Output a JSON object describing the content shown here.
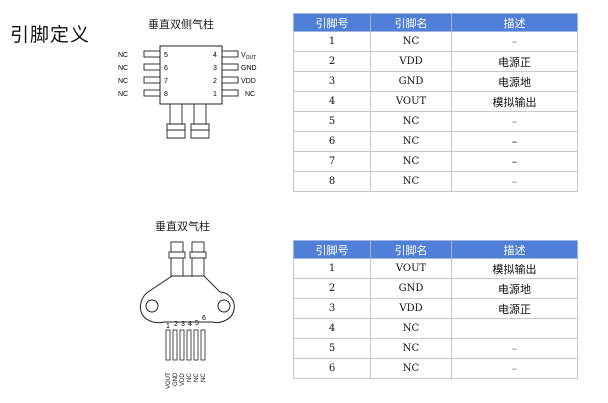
{
  "title": "引脚定义",
  "diagram1": {
    "caption": "垂直双侧气柱",
    "left_pins": [
      {
        "num": "5",
        "label": "NC"
      },
      {
        "num": "6",
        "label": "NC"
      },
      {
        "num": "7",
        "label": "NC"
      },
      {
        "num": "8",
        "label": "NC"
      }
    ],
    "right_pins": [
      {
        "num": "4",
        "label": "V",
        "sub": "OUT"
      },
      {
        "num": "3",
        "label": "GND"
      },
      {
        "num": "2",
        "label": "VDD"
      },
      {
        "num": "1",
        "label": "NC"
      }
    ]
  },
  "diagram2": {
    "caption": "垂直双气柱",
    "pin_numbers": [
      "1",
      "2",
      "3",
      "4",
      "5",
      "6"
    ],
    "pin_labels": [
      "VOUT",
      "GND",
      "VDD",
      "NC",
      "NC",
      "NC"
    ]
  },
  "table1": {
    "headers": [
      "引脚号",
      "引脚名",
      "描述"
    ],
    "rows": [
      {
        "num": "1",
        "name": "NC",
        "desc": "–"
      },
      {
        "num": "2",
        "name": "VDD",
        "desc": "电源正"
      },
      {
        "num": "3",
        "name": "GND",
        "desc": "电源地"
      },
      {
        "num": "4",
        "name": "VOUT",
        "desc": "模拟输出"
      },
      {
        "num": "5",
        "name": "NC",
        "desc": "–"
      },
      {
        "num": "6",
        "name": "NC",
        "desc": "–"
      },
      {
        "num": "7",
        "name": "NC",
        "desc": "–"
      },
      {
        "num": "8",
        "name": "NC",
        "desc": "–"
      }
    ]
  },
  "table2": {
    "headers": [
      "引脚号",
      "引脚名",
      "描述"
    ],
    "rows": [
      {
        "num": "1",
        "name": "VOUT",
        "desc": "模拟输出"
      },
      {
        "num": "2",
        "name": "GND",
        "desc": "电源地"
      },
      {
        "num": "3",
        "name": "VDD",
        "desc": "电源正"
      },
      {
        "num": "4",
        "name": "NC",
        "desc": ""
      },
      {
        "num": "5",
        "name": "NC",
        "desc": "–"
      },
      {
        "num": "6",
        "name": "NC",
        "desc": "–"
      }
    ]
  },
  "colors": {
    "header_bg": "#4f7fd6",
    "header_text": "#ffffff",
    "border": "#c8c8c8"
  }
}
